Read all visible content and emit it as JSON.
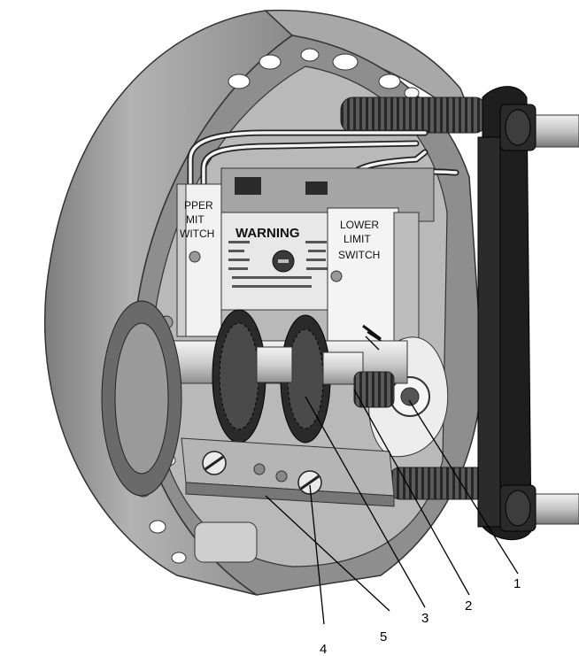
{
  "labels": {
    "upper_switch": [
      "PPER",
      "MIT",
      "WITCH"
    ],
    "lower_switch": [
      "LOWER",
      "LIMIT",
      "SWITCH"
    ],
    "warning_title": "WARNING"
  },
  "callouts": [
    {
      "id": "1",
      "text": "1"
    },
    {
      "id": "2",
      "text": "2"
    },
    {
      "id": "3",
      "text": "3"
    },
    {
      "id": "4",
      "text": "4"
    },
    {
      "id": "5",
      "text": "5"
    }
  ],
  "colors": {
    "housing": "#9a9a9a",
    "housing_dark": "#5e5e5e",
    "plate": "#1e1e1e",
    "metal": "#d8d8d8",
    "spring": "#3a3a3a"
  }
}
